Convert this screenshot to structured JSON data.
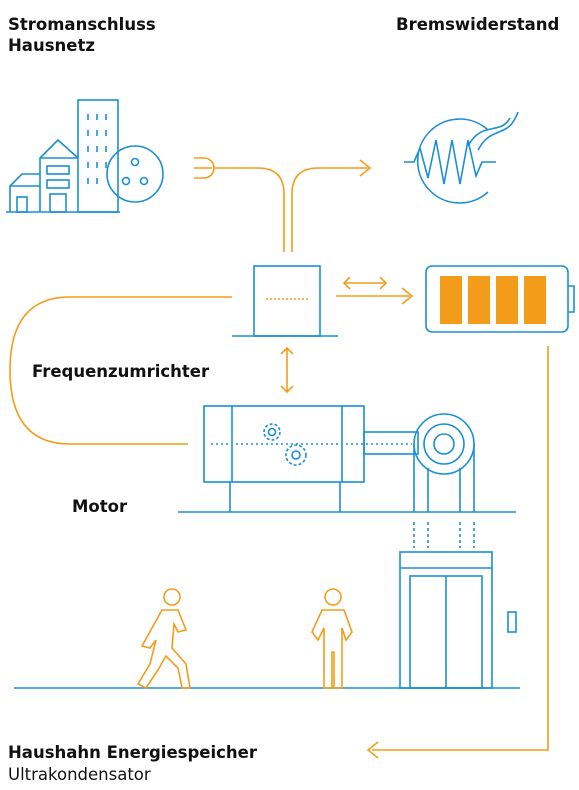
{
  "labels": {
    "grid_line1": "Stromanschluss",
    "grid_line2": "Hausnetz",
    "brake_resistor": "Bremswiderstand",
    "frequency_converter": "Frequenzumrichter",
    "motor": "Motor",
    "storage_title": "Haushahn Energiespeicher",
    "storage_subtitle": "Ultrakondensator"
  },
  "colors": {
    "blue": "#1a8fd6",
    "orange": "#f39c1a"
  },
  "battery": {
    "cells": 4,
    "charge_fraction": 1.0
  },
  "icons": [
    "buildings-icon",
    "power-socket-icon",
    "plug-icon",
    "resistor-icon",
    "converter-icon",
    "battery-icon",
    "gear-icon",
    "pulley-icon",
    "elevator-car-icon",
    "person-walking-icon",
    "person-standing-icon"
  ]
}
